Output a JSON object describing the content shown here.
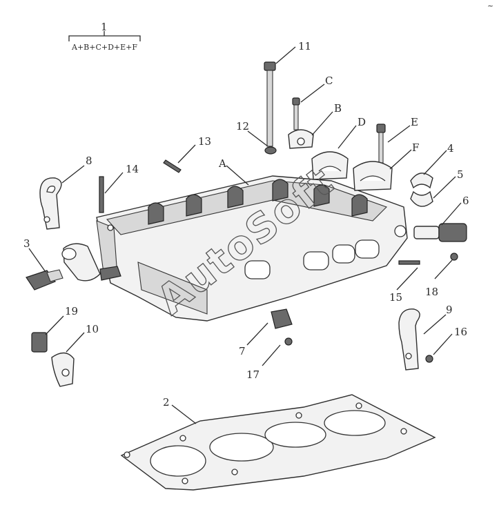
{
  "diagram": {
    "assembly_label": "1",
    "assembly_sublabel": "A+B+C+D+E+F",
    "watermark": "AutoSoft",
    "corner_mark": "~",
    "callouts": {
      "n2": "2",
      "n3": "3",
      "n4": "4",
      "n5": "5",
      "n6": "6",
      "n7": "7",
      "n8": "8",
      "n9": "9",
      "n10": "10",
      "n11": "11",
      "n12": "12",
      "n13": "13",
      "n14": "14",
      "n15": "15",
      "n16": "16",
      "n17": "17",
      "n18": "18",
      "n19": "19",
      "A": "A",
      "B": "B",
      "C": "C",
      "D": "D",
      "E": "E",
      "F": "F"
    }
  }
}
